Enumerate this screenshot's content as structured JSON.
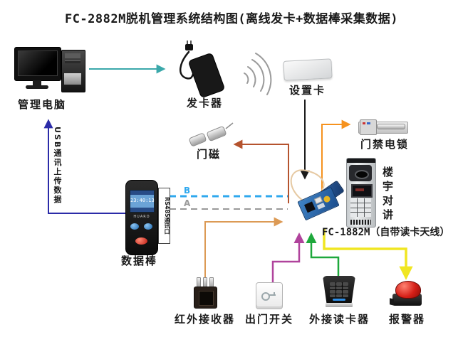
{
  "title": "FC-2882M脱机管理系统结构图(离线发卡+数据棒采集数据)",
  "labels": {
    "computer": "管理电脑",
    "issuer": "发卡器",
    "setting_card": "设置卡",
    "door_lock": "门禁电锁",
    "door_magnet": "门磁",
    "data_stick": "数据棒",
    "rs485_port": "RS485通讯口",
    "usb_upload": "USB通讯上传数据",
    "intercom": "楼宇对讲",
    "controller": "FC-1882M（自带读卡天线）",
    "ir_receiver": "红外接收器",
    "exit_button": "出门开关",
    "ext_reader": "外接读卡器",
    "alarm": "报警器"
  },
  "bus": {
    "b_label": "B",
    "a_label": "A"
  },
  "data_stick_screen": {
    "time": "23:40:13",
    "brand": "HUARD"
  },
  "colors": {
    "usb_line": "#2B2BA8",
    "pc_to_issuer_line": "#3AA8AA",
    "setting_card_line": "#1A1A1A",
    "door_magnet_line": "#B5532E",
    "door_lock_line": "#F6921E",
    "ir_line": "#DC9A55",
    "exit_line": "#B0439C",
    "reader_line": "#1EA83C",
    "alarm_line": "#F0E622",
    "bus_b_line": "#2FA8EE",
    "bus_a_line": "#999999"
  }
}
